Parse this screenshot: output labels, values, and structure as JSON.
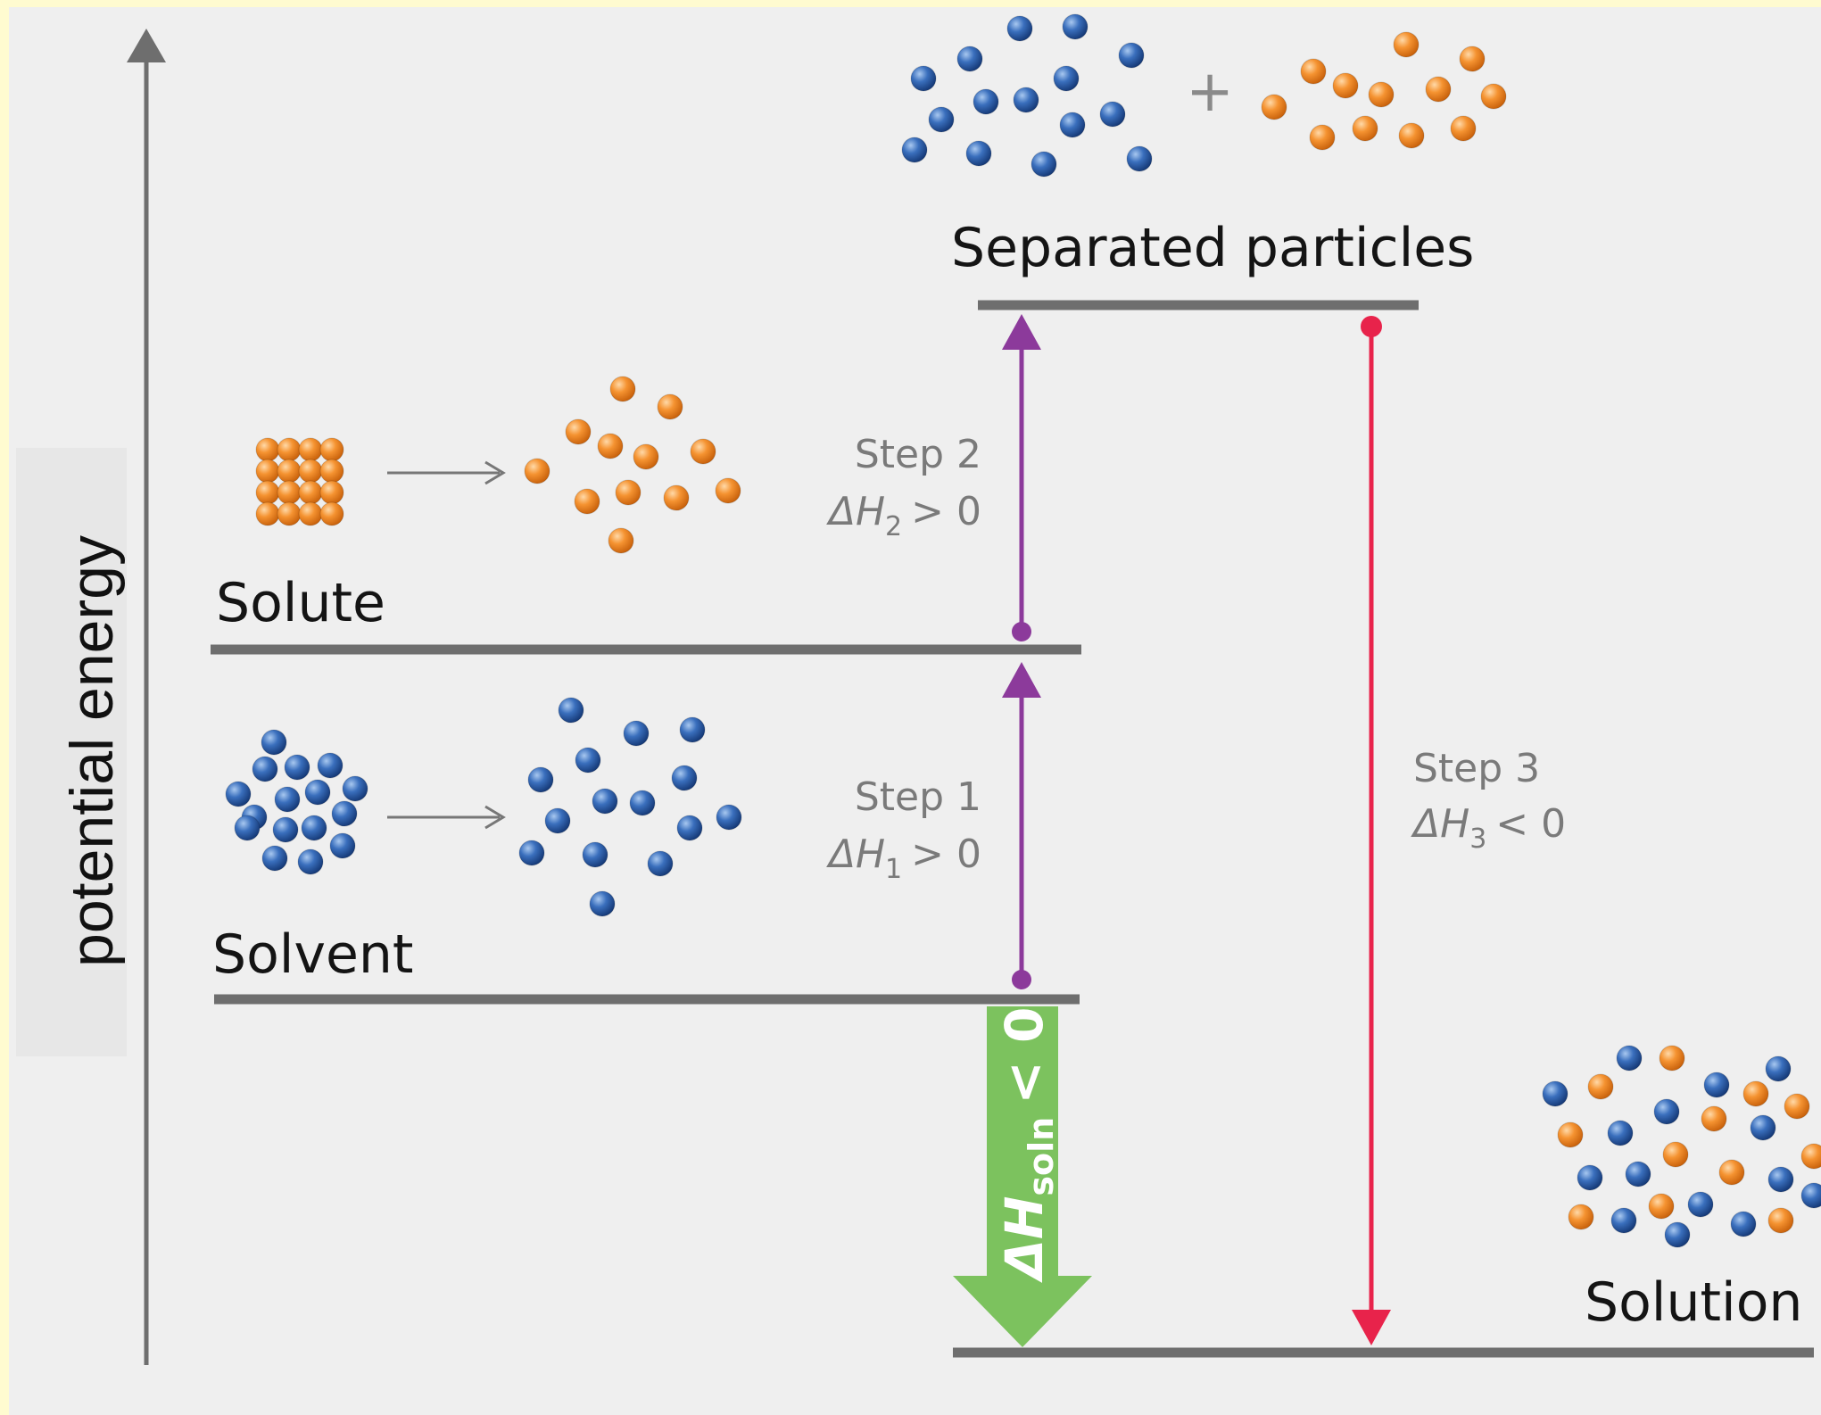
{
  "axis": {
    "label": "potential energy"
  },
  "levels": {
    "solvent": {
      "label": "Solvent"
    },
    "solute": {
      "label": "Solute"
    },
    "separated": {
      "label": "Separated particles"
    },
    "solution": {
      "label": "Solution"
    }
  },
  "steps": {
    "step1": {
      "label": "Step 1",
      "symbol": "ΔH",
      "subscript": "1",
      "relation": "> 0"
    },
    "step2": {
      "label": "Step 2",
      "symbol": "ΔH",
      "subscript": "2",
      "relation": "> 0"
    },
    "step3": {
      "label": "Step 3",
      "symbol": "ΔH",
      "subscript": "3",
      "relation": "< 0"
    }
  },
  "net": {
    "symbol": "ΔH",
    "subscript": "soln",
    "relation": "< 0"
  },
  "plus": "+",
  "colors": {
    "background": "#efefef",
    "frame": "#fffbd0",
    "level_line": "#6e6e6e",
    "axis": "#6e6e6e",
    "blue_particle": "#2d62b0",
    "orange_particle": "#f28c28",
    "endothermic_arrow": "#8c3a9b",
    "exothermic_arrow": "#e8234b",
    "net_arrow": "#7cc25e"
  },
  "icons": {
    "process_arrow": "right-arrow-icon",
    "particle": "sphere-icon"
  }
}
